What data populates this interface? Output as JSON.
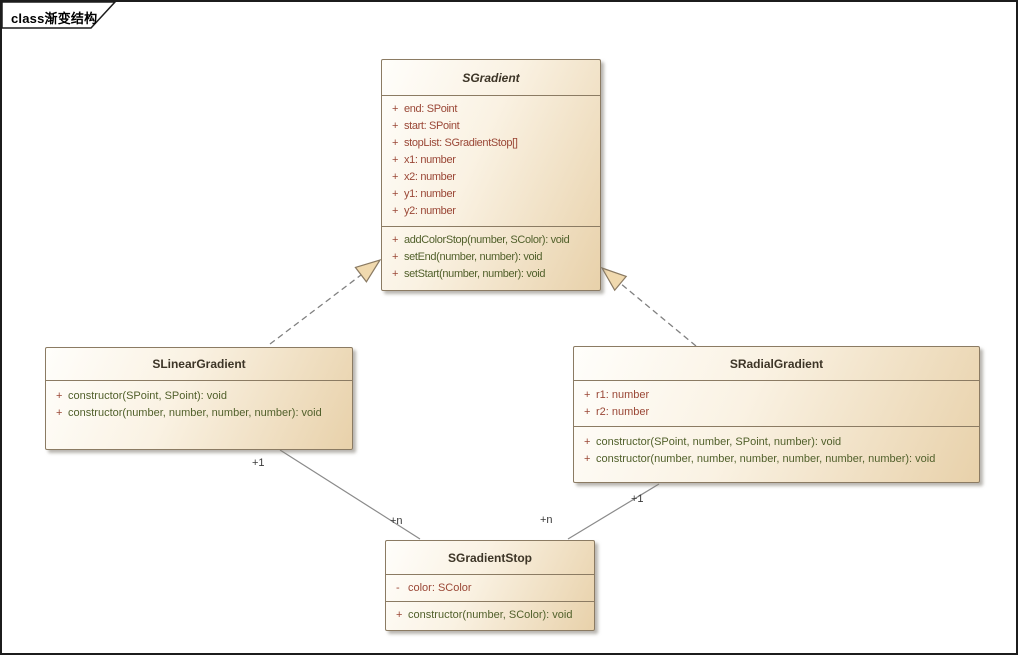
{
  "frame": {
    "tab_label": "class渐变结构",
    "diagram_type": "UML class diagram"
  },
  "classes": {
    "sgradient": {
      "name": "SGradient",
      "abstract": true,
      "attributes": [
        {
          "vis": "+",
          "text": "end: SPoint"
        },
        {
          "vis": "+",
          "text": "start: SPoint"
        },
        {
          "vis": "+",
          "text": "stopList: SGradientStop[]"
        },
        {
          "vis": "+",
          "text": "x1: number"
        },
        {
          "vis": "+",
          "text": "x2: number"
        },
        {
          "vis": "+",
          "text": "y1: number"
        },
        {
          "vis": "+",
          "text": "y2: number"
        }
      ],
      "methods": [
        {
          "vis": "+",
          "text": "addColorStop(number, SColor): void"
        },
        {
          "vis": "+",
          "text": "setEnd(number, number): void"
        },
        {
          "vis": "+",
          "text": "setStart(number, number): void"
        }
      ]
    },
    "slineargradient": {
      "name": "SLinearGradient",
      "methods": [
        {
          "vis": "+",
          "text": "constructor(SPoint, SPoint): void"
        },
        {
          "vis": "+",
          "text": "constructor(number, number, number, number): void"
        }
      ]
    },
    "sradialgradient": {
      "name": "SRadialGradient",
      "attributes": [
        {
          "vis": "+",
          "text": "r1: number"
        },
        {
          "vis": "+",
          "text": "r2: number"
        }
      ],
      "methods": [
        {
          "vis": "+",
          "text": "constructor(SPoint, number, SPoint, number): void"
        },
        {
          "vis": "+",
          "text": "constructor(number, number, number, number, number, number): void"
        }
      ]
    },
    "sgradientstop": {
      "name": "SGradientStop",
      "attributes": [
        {
          "vis": "-",
          "text": "color: SColor"
        }
      ],
      "methods": [
        {
          "vis": "+",
          "text": "constructor(number, SColor): void"
        }
      ]
    }
  },
  "relations": {
    "linear_generalizes_sgradient": {
      "style": "dashed",
      "arrow": "triangle"
    },
    "radial_generalizes_sgradient": {
      "style": "dashed",
      "arrow": "triangle"
    },
    "linear_to_stop": {
      "source_label": "+1",
      "target_label": "+n"
    },
    "radial_to_stop": {
      "source_label": "+1",
      "target_label": "+n"
    }
  },
  "colors": {
    "attribute_text": "#9a4736",
    "method_text": "#51602b",
    "box_border": "#8B7B63",
    "box_fill_light": "#fffefb",
    "box_fill_dark": "#e8d1aa",
    "arrow_fill": "#f0d9ae",
    "connector_gray": "#808080"
  }
}
